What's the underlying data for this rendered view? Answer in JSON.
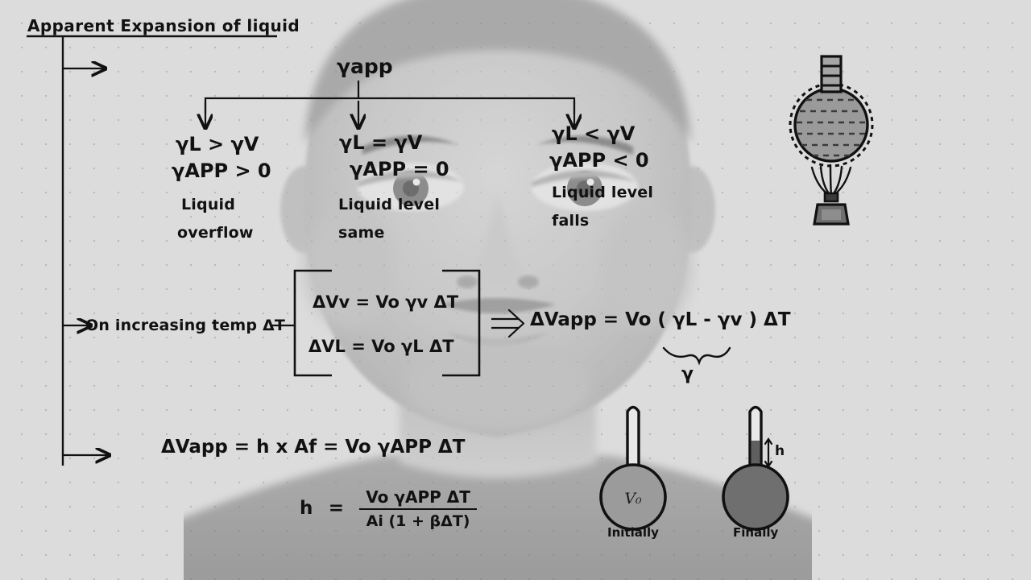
{
  "page": {
    "title": "Apparent Expansion of liquid",
    "background_color": "#dcdcdc",
    "ink_color": "#111111"
  },
  "flow": {
    "root_label": "γapp",
    "branches": [
      {
        "id": "overflow",
        "condition_line1": "γL > γV",
        "condition_line2": "γAPP > 0",
        "result_line1": "Liquid",
        "result_line2": "overflow"
      },
      {
        "id": "same",
        "condition_line1": "γL = γV",
        "condition_line2": "γAPP = 0",
        "result_line1": "Liquid level",
        "result_line2": "same"
      },
      {
        "id": "falls",
        "condition_line1": "γL < γV",
        "condition_line2": "γAPP < 0",
        "result_line1": "Liquid level",
        "result_line2": "falls"
      }
    ]
  },
  "middle": {
    "trigger_label": "On increasing temp ΔT",
    "bracket_eq1": "ΔVv = Vo γv ΔT",
    "bracket_eq2": "ΔVL = Vo γL ΔT",
    "implies_symbol": "⇒",
    "result_eq": "ΔVapp = Vo ( γL - γv ) ΔT",
    "brace_label": "γ"
  },
  "bottom": {
    "eq_main": "ΔVapp = h x Af = Vo γAPP ΔT",
    "h_label": "h",
    "h_equals": "=",
    "h_numerator": "Vo γAPP ΔT",
    "h_denominator": "Ai (1 + βΔT)"
  },
  "diagrams": {
    "flask": {
      "name": "round-bottom-flask-on-burner",
      "liquid_fill_color": "#9a9a9a",
      "outline_color": "#111111",
      "dashed_expansion_ring": true,
      "burner_color": "#6e6e6e",
      "neck_graduations": 3
    },
    "thermometer_initial": {
      "caption": "Initially",
      "bulb_label": "V₀",
      "bulb_fill_color": "#9b9b9b",
      "stem_filled": false
    },
    "thermometer_final": {
      "caption": "Finally",
      "height_label": "h",
      "bulb_fill_color": "#6f6f6f",
      "stem_filled": true
    }
  }
}
